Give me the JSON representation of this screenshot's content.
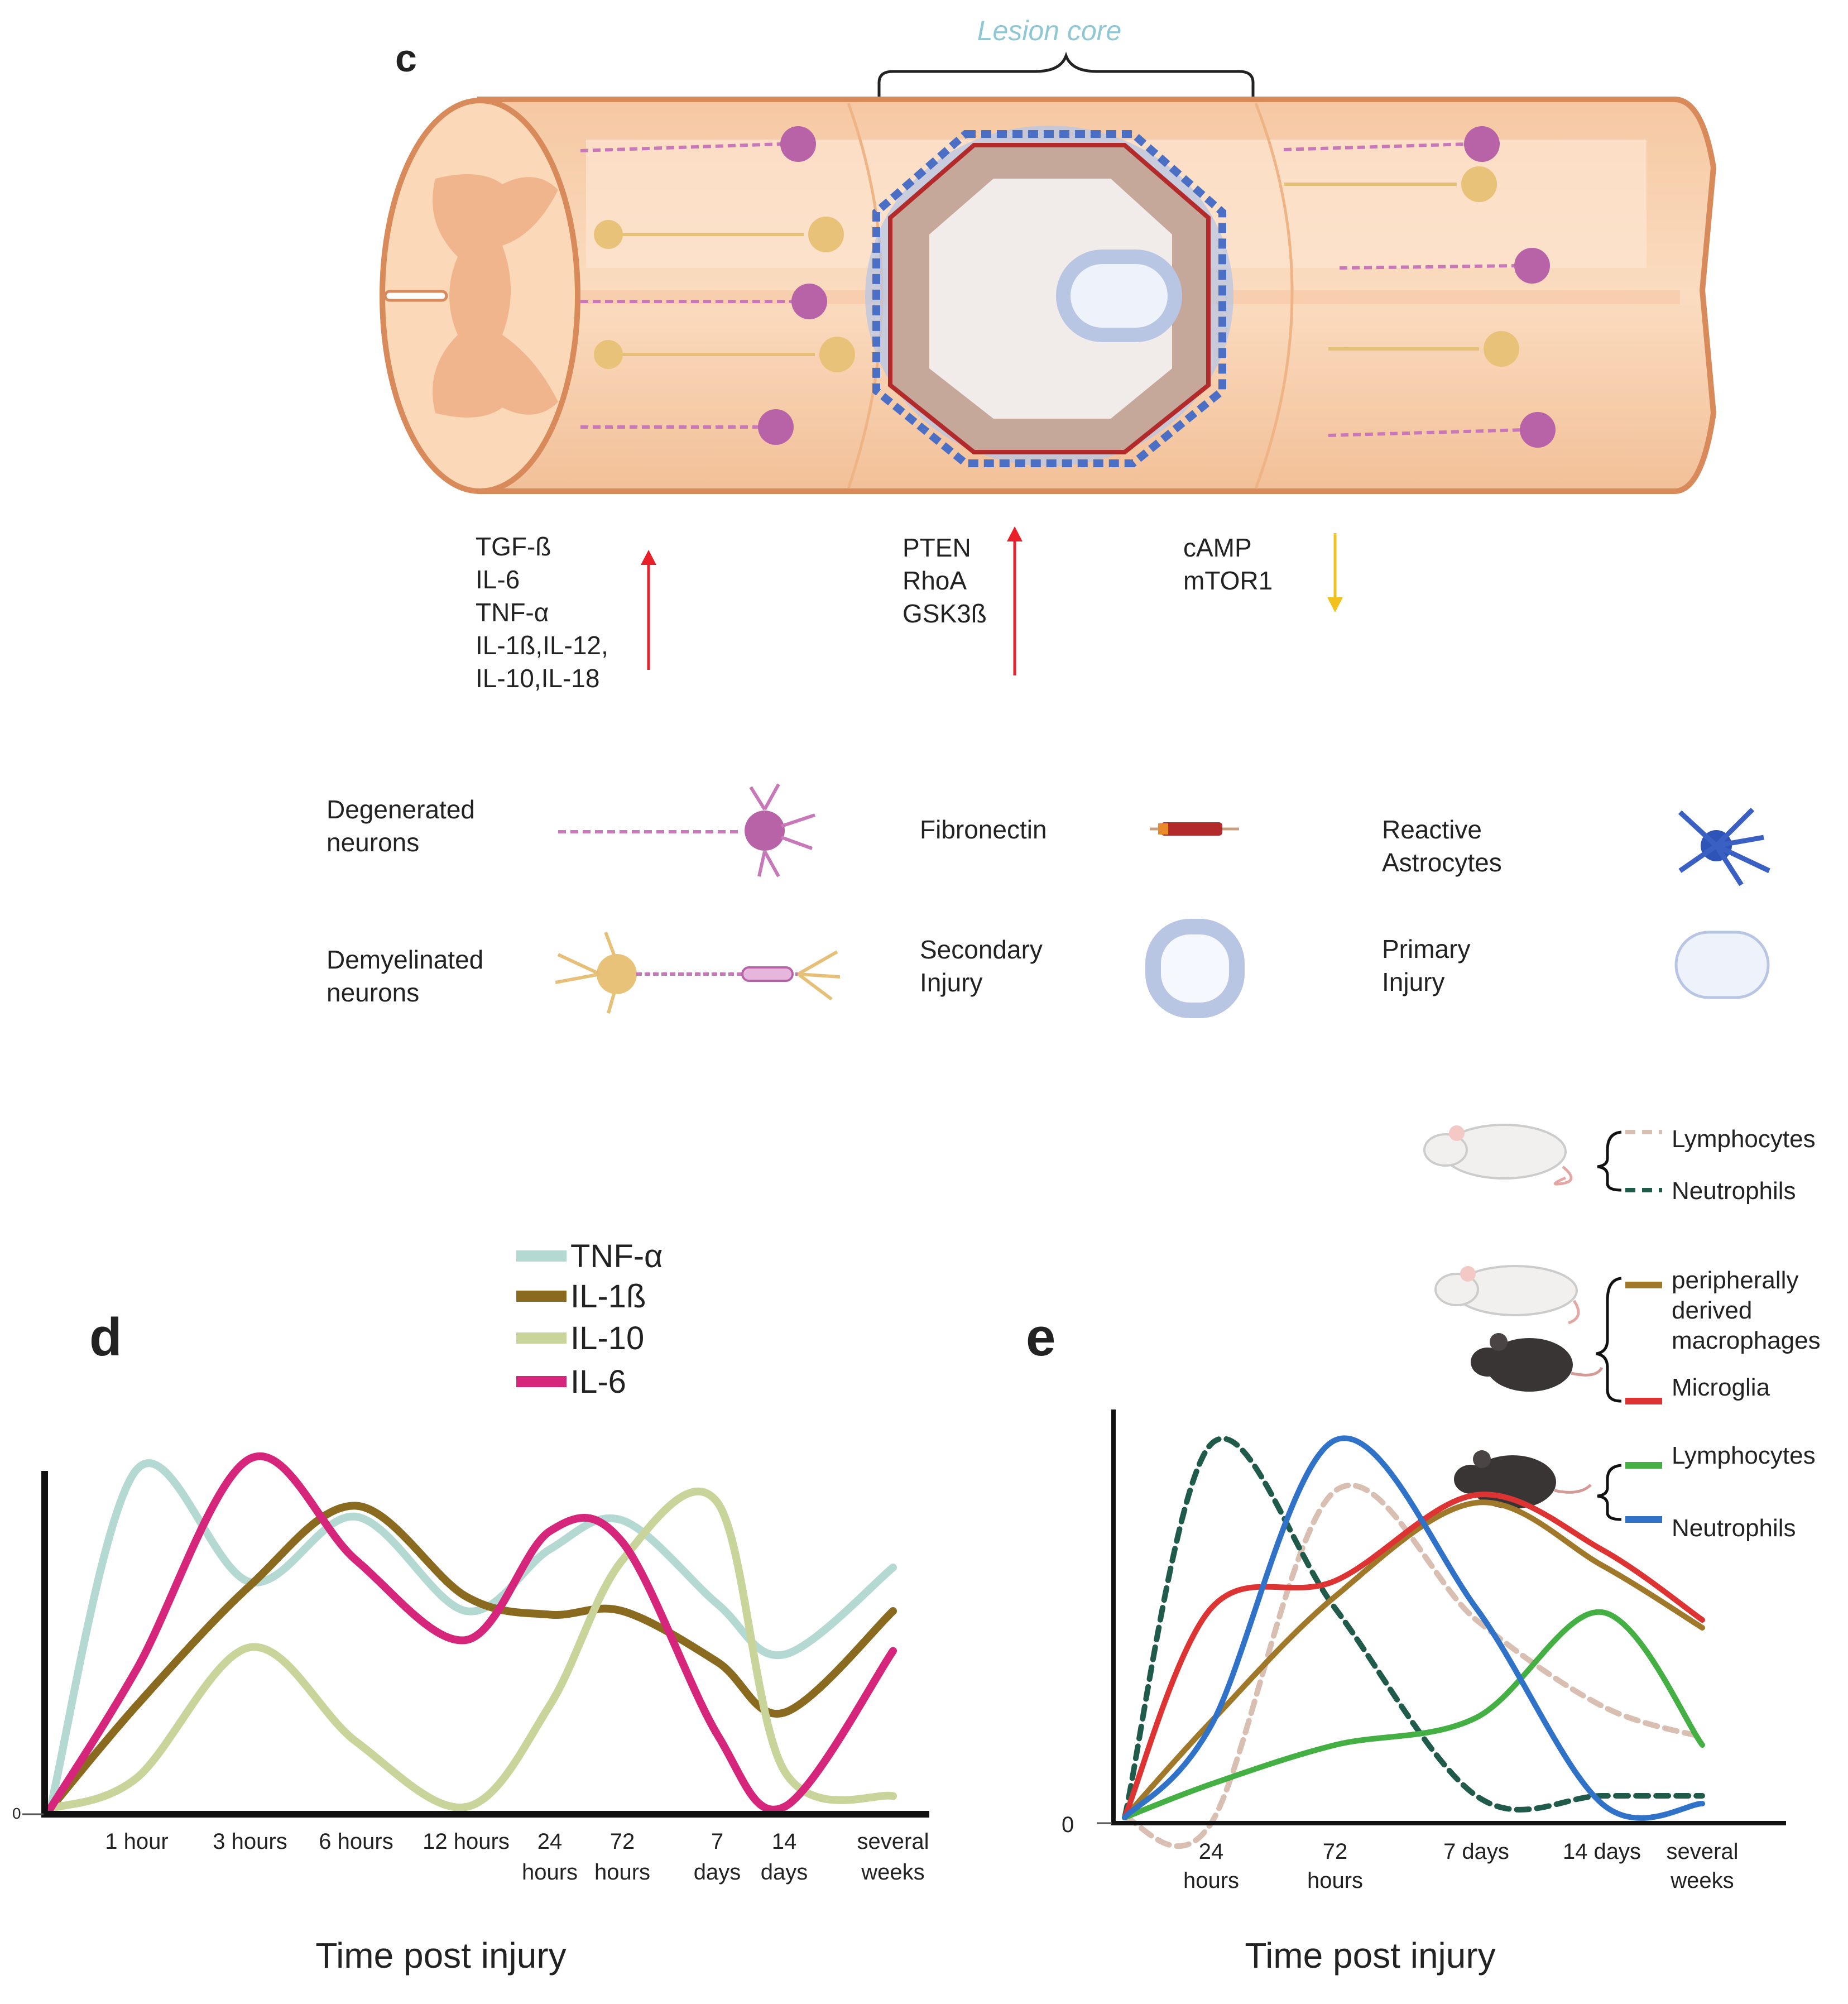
{
  "panel_c": {
    "letter": "c",
    "lesion_label": "Lesion core",
    "markers_up_1": [
      "TGF-ß",
      "IL-6",
      "TNF-α",
      "IL-1ß,IL-12,",
      "IL-10,IL-18"
    ],
    "markers_up_2": [
      "PTEN",
      "RhoA",
      "GSK3ß"
    ],
    "markers_down": [
      "cAMP",
      "mTOR1"
    ],
    "legend": {
      "degenerated": [
        "Degenerated",
        "neurons"
      ],
      "demyelinated": [
        "Demyelinated",
        "neurons"
      ],
      "fibronectin": [
        "Fibronectin"
      ],
      "secondary": [
        "Secondary",
        "Injury"
      ],
      "reactive": [
        "Reactive",
        "Astrocytes"
      ],
      "primary": [
        "Primary",
        "Injury"
      ]
    }
  },
  "panel_d": {
    "letter": "d",
    "legend": [
      {
        "name": "TNF-α",
        "color": "#b4d9d3"
      },
      {
        "name": "IL-1ß",
        "color": "#8a6a1e"
      },
      {
        "name": "IL-10",
        "color": "#c8d49a"
      },
      {
        "name": "IL-6",
        "color": "#d6267c"
      }
    ],
    "zero_label": "0",
    "x_ticks": [
      [
        "1 hour"
      ],
      [
        "3 hours"
      ],
      [
        "6 hours"
      ],
      [
        "12 hours"
      ],
      [
        "24",
        "hours"
      ],
      [
        "72",
        "hours"
      ],
      [
        "7",
        "days"
      ],
      [
        "14",
        "days"
      ],
      [
        "several",
        "weeks"
      ]
    ],
    "xlabel": "Time post injury"
  },
  "panel_e": {
    "letter": "e",
    "zero_label": "0",
    "x_ticks": [
      [
        "24",
        "hours"
      ],
      [
        "72",
        "hours"
      ],
      [
        "7 days"
      ],
      [
        "14 days"
      ],
      [
        "several",
        "weeks"
      ]
    ],
    "xlabel": "Time post injury",
    "legend_groups": [
      {
        "animal": "white-rat",
        "items": [
          {
            "name": "Lymphocytes",
            "color": "#d9bfb2",
            "style": "dashed"
          },
          {
            "name": "Neutrophils",
            "color": "#1f5a4b",
            "style": "dashed"
          }
        ]
      },
      {
        "animal": "white-rat-and-black-mouse",
        "items": [
          {
            "name": [
              "peripherally",
              "derived",
              "macrophages"
            ],
            "color": "#a0782a",
            "style": "solid"
          },
          {
            "name": [
              "Microglia"
            ],
            "color": "#dd3333",
            "style": "solid"
          }
        ]
      },
      {
        "animal": "black-mouse",
        "items": [
          {
            "name": "Lymphocytes",
            "color": "#44b044",
            "style": "solid"
          },
          {
            "name": "Neutrophils",
            "color": "#2f72c8",
            "style": "solid"
          }
        ]
      }
    ]
  },
  "chart_data": [
    {
      "type": "line",
      "x": [
        "1 hour",
        "3 hours",
        "6 hours",
        "12 hours",
        "24 hours",
        "72 hours",
        "7 days",
        "14 days",
        "several weeks"
      ],
      "series": [
        {
          "name": "TNF-α",
          "values": [
            0.95,
            0.64,
            0.82,
            0.56,
            0.73,
            0.81,
            0.58,
            0.44,
            0.68
          ]
        },
        {
          "name": "IL-1ß",
          "values": [
            0.3,
            0.63,
            0.85,
            0.6,
            0.55,
            0.56,
            0.42,
            0.28,
            0.56
          ]
        },
        {
          "name": "IL-10",
          "values": [
            0.1,
            0.46,
            0.2,
            0.02,
            0.3,
            0.7,
            0.86,
            0.12,
            0.05
          ]
        },
        {
          "name": "IL-6",
          "values": [
            0.4,
            0.98,
            0.7,
            0.48,
            0.78,
            0.75,
            0.22,
            0.02,
            0.45
          ]
        }
      ],
      "xlabel": "Time post injury",
      "ylabel": "",
      "ylim": [
        0,
        1
      ]
    },
    {
      "type": "line",
      "x": [
        "24 hours",
        "72 hours",
        "7 days",
        "14 days",
        "several weeks"
      ],
      "series": [
        {
          "name": "Lymphocytes",
          "values": [
            0.0,
            0.85,
            0.52,
            0.3,
            0.22
          ]
        },
        {
          "name": "Neutrophils",
          "values": [
            0.97,
            0.55,
            0.07,
            0.07,
            0.07
          ]
        },
        {
          "name": "peripherally derived macrophages",
          "values": [
            0.26,
            0.58,
            0.82,
            0.66,
            0.5
          ]
        },
        {
          "name": "Microglia",
          "values": [
            0.55,
            0.62,
            0.84,
            0.7,
            0.52
          ]
        },
        {
          "name": "Lymphocytes",
          "values": [
            0.1,
            0.2,
            0.27,
            0.54,
            0.2
          ]
        },
        {
          "name": "Neutrophils",
          "values": [
            0.25,
            0.98,
            0.55,
            0.05,
            0.05
          ]
        }
      ],
      "xlabel": "Time post injury",
      "ylabel": "",
      "ylim": [
        0,
        1
      ]
    }
  ]
}
